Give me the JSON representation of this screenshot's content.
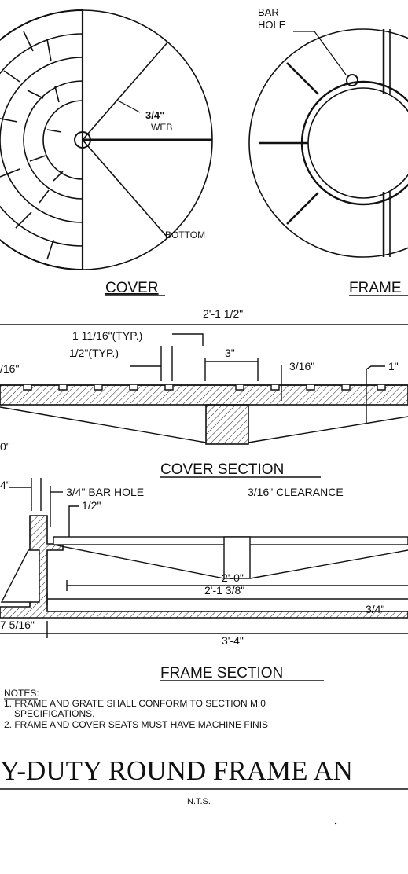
{
  "plan_views": {
    "cover_title": "COVER",
    "frame_title": "FRAME",
    "web_callout_line1": "3/4\"",
    "web_callout_line2": "WEB",
    "bottom_label": "BOTTOM",
    "bar_hole_line1": "BAR",
    "bar_hole_line2": "HOLE"
  },
  "cover_section": {
    "title": "COVER SECTION",
    "overall_width": "2'-1 1/2\"",
    "dim_typ_outer": "1 11/16\"(TYP.)",
    "dim_typ_inner": "1/2\"(TYP.)",
    "dim_3in": "3\"",
    "dim_3_16": "3/16\"",
    "dim_1in": "1\"",
    "dim_left_partial": "/16\"",
    "dim_bottom_partial": "0\""
  },
  "frame_section": {
    "title": "FRAME SECTION",
    "dim_left_partial": "4\"",
    "bar_hole": "3/4\" BAR  HOLE",
    "dim_half": "1/2\"",
    "clearance": "3/16\" CLEARANCE",
    "dim_2_0": "2'-0\"",
    "dim_2_1_3_8": "2'-1 3/8\"",
    "dim_3_4_partial": "3/4\"",
    "dim_7_5_16": "7 5/16\"",
    "dim_3_4": "3'-4\""
  },
  "notes": {
    "heading": "NOTES:",
    "items": [
      "1. FRAME AND GRATE SHALL CONFORM TO SECTION M.0",
      "SPECIFICATIONS.",
      "2. FRAME AND COVER SEATS MUST HAVE MACHINE FINIS"
    ]
  },
  "title_block": {
    "title": "Y-DUTY ROUND FRAME AN",
    "scale": "N.T.S."
  }
}
